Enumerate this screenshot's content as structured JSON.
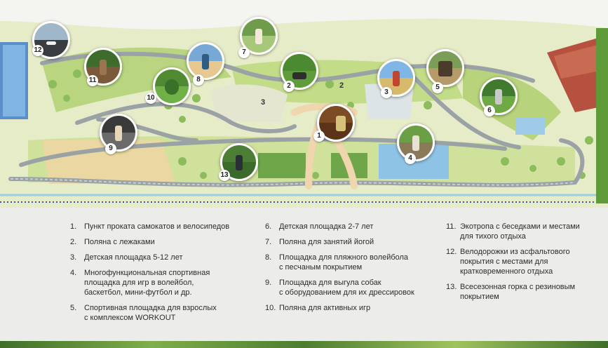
{
  "map": {
    "markers": [
      {
        "num": "12",
        "kind": "bike-path"
      },
      {
        "num": "11",
        "kind": "eco-trail"
      },
      {
        "num": "10",
        "kind": "active-games"
      },
      {
        "num": "8",
        "kind": "beach-volleyball"
      },
      {
        "num": "7",
        "kind": "yoga"
      },
      {
        "num": "2",
        "kind": "lounge-lawn"
      },
      {
        "num": "3",
        "kind": "kids-playground"
      },
      {
        "num": "5",
        "kind": "workout"
      },
      {
        "num": "6",
        "kind": "sledding-hill"
      },
      {
        "num": "1",
        "kind": "rental-point"
      },
      {
        "num": "4",
        "kind": "sports-court"
      },
      {
        "num": "9",
        "kind": "dog-area"
      },
      {
        "num": "13",
        "kind": "all-season-hill"
      }
    ],
    "zone_labels": [
      {
        "num": "3"
      },
      {
        "num": "2"
      }
    ]
  },
  "legend": {
    "col1": [
      {
        "num": "1.",
        "text": "Пункт проката самокатов и велосипедов"
      },
      {
        "num": "2.",
        "text": "Поляна с лежаками"
      },
      {
        "num": "3.",
        "text": "Детская площадка 5-12 лет"
      },
      {
        "num": "4.",
        "text": "Многофункциональная спортивная\nплощадка для игр в волейбол,\nбаскетбол, мини-футбол и др."
      },
      {
        "num": "5.",
        "text": "Спортивная площадка для взрослых\nс комплексом WORKOUT"
      }
    ],
    "col2": [
      {
        "num": "6.",
        "text": "Детская площадка 2-7 лет"
      },
      {
        "num": "7.",
        "text": "Поляна для занятий йогой"
      },
      {
        "num": "8.",
        "text": "Площадка для пляжного волейбола\nс песчаным покрытием"
      },
      {
        "num": "9.",
        "text": "Площадка для выгула собак\nс оборудованием для их дрессировок"
      },
      {
        "num": "10.",
        "text": "Поляна для активных игр"
      }
    ],
    "col3": [
      {
        "num": "11.",
        "text": "Экотропа с беседками и местами\nдля тихого отдыха"
      },
      {
        "num": "12.",
        "text": "Велодорожки из асфальтового\nпокрытия с местами для\nкратковременного отдыха"
      },
      {
        "num": "13.",
        "text": "Всесезонная горка с резиновым\nпокрытием"
      }
    ]
  }
}
